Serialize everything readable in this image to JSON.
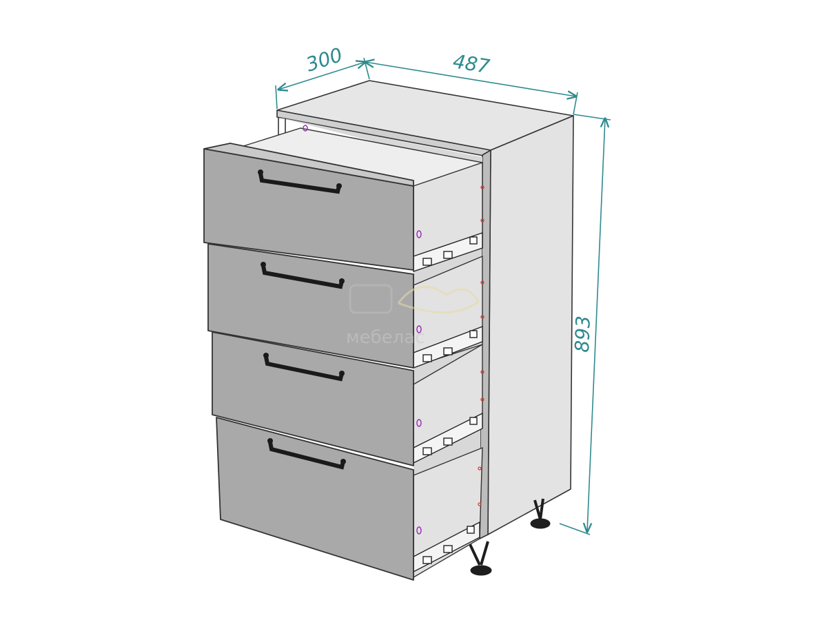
{
  "dimensions": {
    "depth": "300",
    "width": "487",
    "height": "893"
  },
  "watermark": {
    "text": "мебелас"
  },
  "colors": {
    "dimension_line": "#2e8a8e",
    "front_panel": "#a9a9a9",
    "carcass_light": "#e3e3e3",
    "outline": "#333333",
    "handle": "#1a1a1a"
  },
  "cabinet": {
    "drawer_count": 4,
    "handles": [
      "handle-1",
      "handle-2",
      "handle-3",
      "handle-4"
    ]
  }
}
